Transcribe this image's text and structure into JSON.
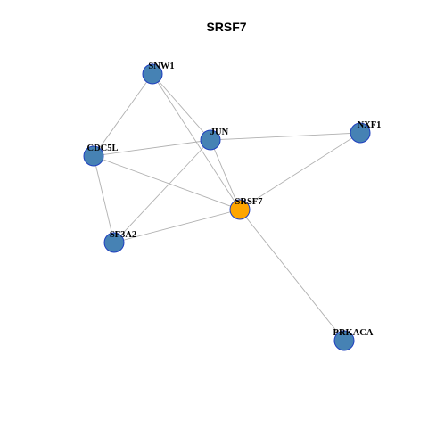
{
  "title": "SRSF7",
  "colors": {
    "node_default": "#4682b4",
    "node_focus": "#ffa500",
    "node_border": "#1f3fbf",
    "edge": "#b0b0b0",
    "background": "#ffffff"
  },
  "nodes": [
    {
      "id": "SNW1",
      "label": "SNW1",
      "focus": false
    },
    {
      "id": "JUN",
      "label": "JUN",
      "focus": false
    },
    {
      "id": "NXF1",
      "label": "NXF1",
      "focus": false
    },
    {
      "id": "CDC5L",
      "label": "CDC5L",
      "focus": false
    },
    {
      "id": "SRSF7",
      "label": "SRSF7",
      "focus": true
    },
    {
      "id": "SF3A2",
      "label": "SF3A2",
      "focus": false
    },
    {
      "id": "PRKACA",
      "label": "PRKACA",
      "focus": false
    }
  ],
  "edges": [
    [
      "SNW1",
      "CDC5L"
    ],
    [
      "SNW1",
      "JUN"
    ],
    [
      "SNW1",
      "SRSF7"
    ],
    [
      "CDC5L",
      "JUN"
    ],
    [
      "CDC5L",
      "SRSF7"
    ],
    [
      "CDC5L",
      "SF3A2"
    ],
    [
      "JUN",
      "NXF1"
    ],
    [
      "JUN",
      "SRSF7"
    ],
    [
      "JUN",
      "SF3A2"
    ],
    [
      "NXF1",
      "SRSF7"
    ],
    [
      "SRSF7",
      "SF3A2"
    ],
    [
      "SRSF7",
      "PRKACA"
    ]
  ]
}
